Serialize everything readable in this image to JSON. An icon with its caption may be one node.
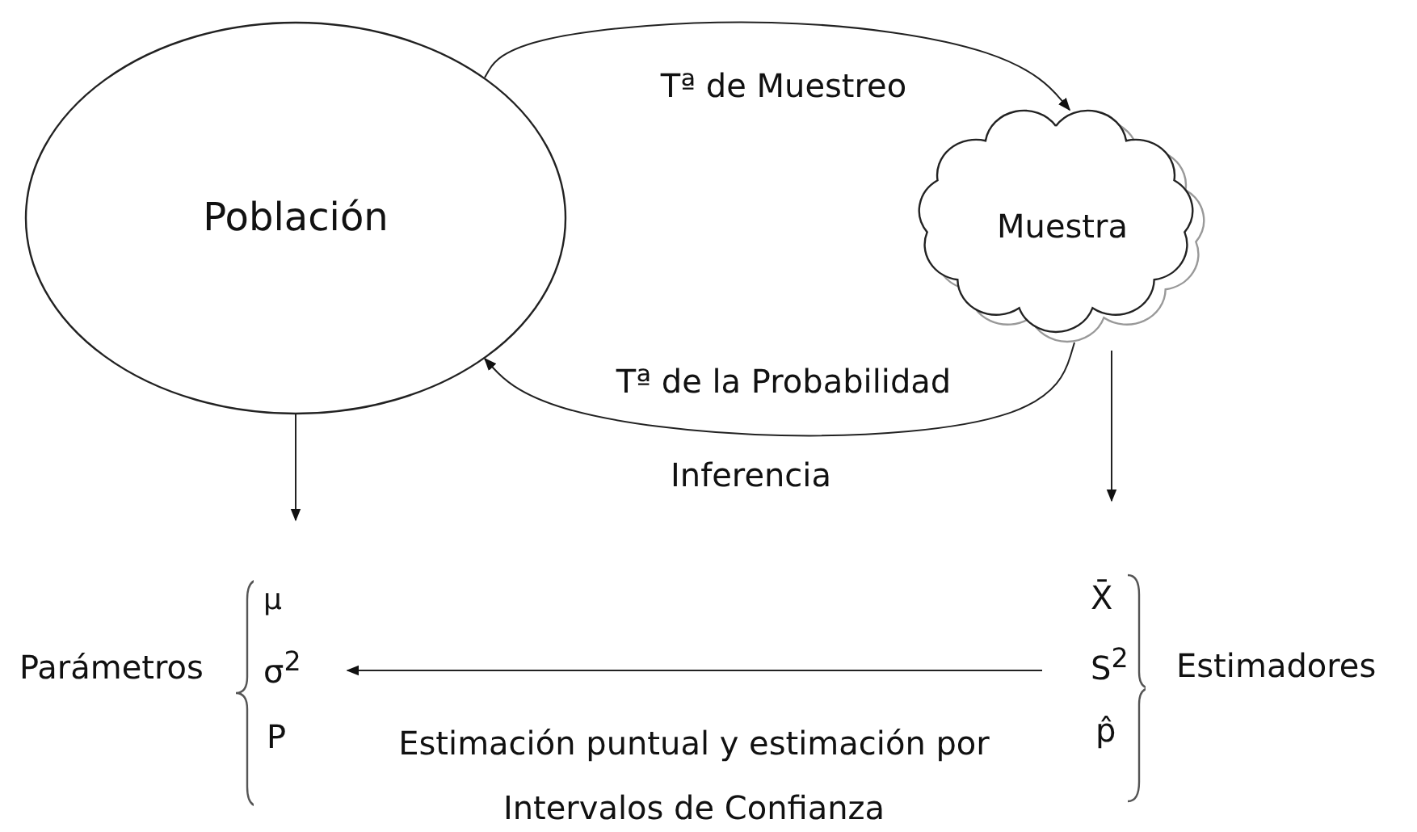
{
  "diagram": {
    "nodes": [
      {
        "text": [
          "Población"
        ]
      },
      {
        "text": [
          "Muestra"
        ]
      },
      {
        "text": [
          "Parámetros",
          "μ",
          "σ$^{2}$",
          "P"
        ]
      },
      {
        "text": [
          "X̄",
          "S$^{2}$",
          "p̂",
          "Estimadores"
        ]
      }
    ],
    "edges": [
      {
        "from": 0,
        "to": 1,
        "arrow": "to",
        "label": "Tª de Muestreo"
      },
      {
        "from": 1,
        "to": 0,
        "arrow": "to",
        "label": "Tª de la Probabilidad"
      },
      {
        "from": 0,
        "to": 2,
        "arrow": "to"
      },
      {
        "from": 1,
        "to": 3,
        "arrow": "to"
      },
      {
        "from": 3,
        "to": 2,
        "arrow": "to",
        "label": "Estimación puntual y estimación por Intervalos de Confianza"
      }
    ],
    "labels": [
      "Inferencia"
    ]
  }
}
